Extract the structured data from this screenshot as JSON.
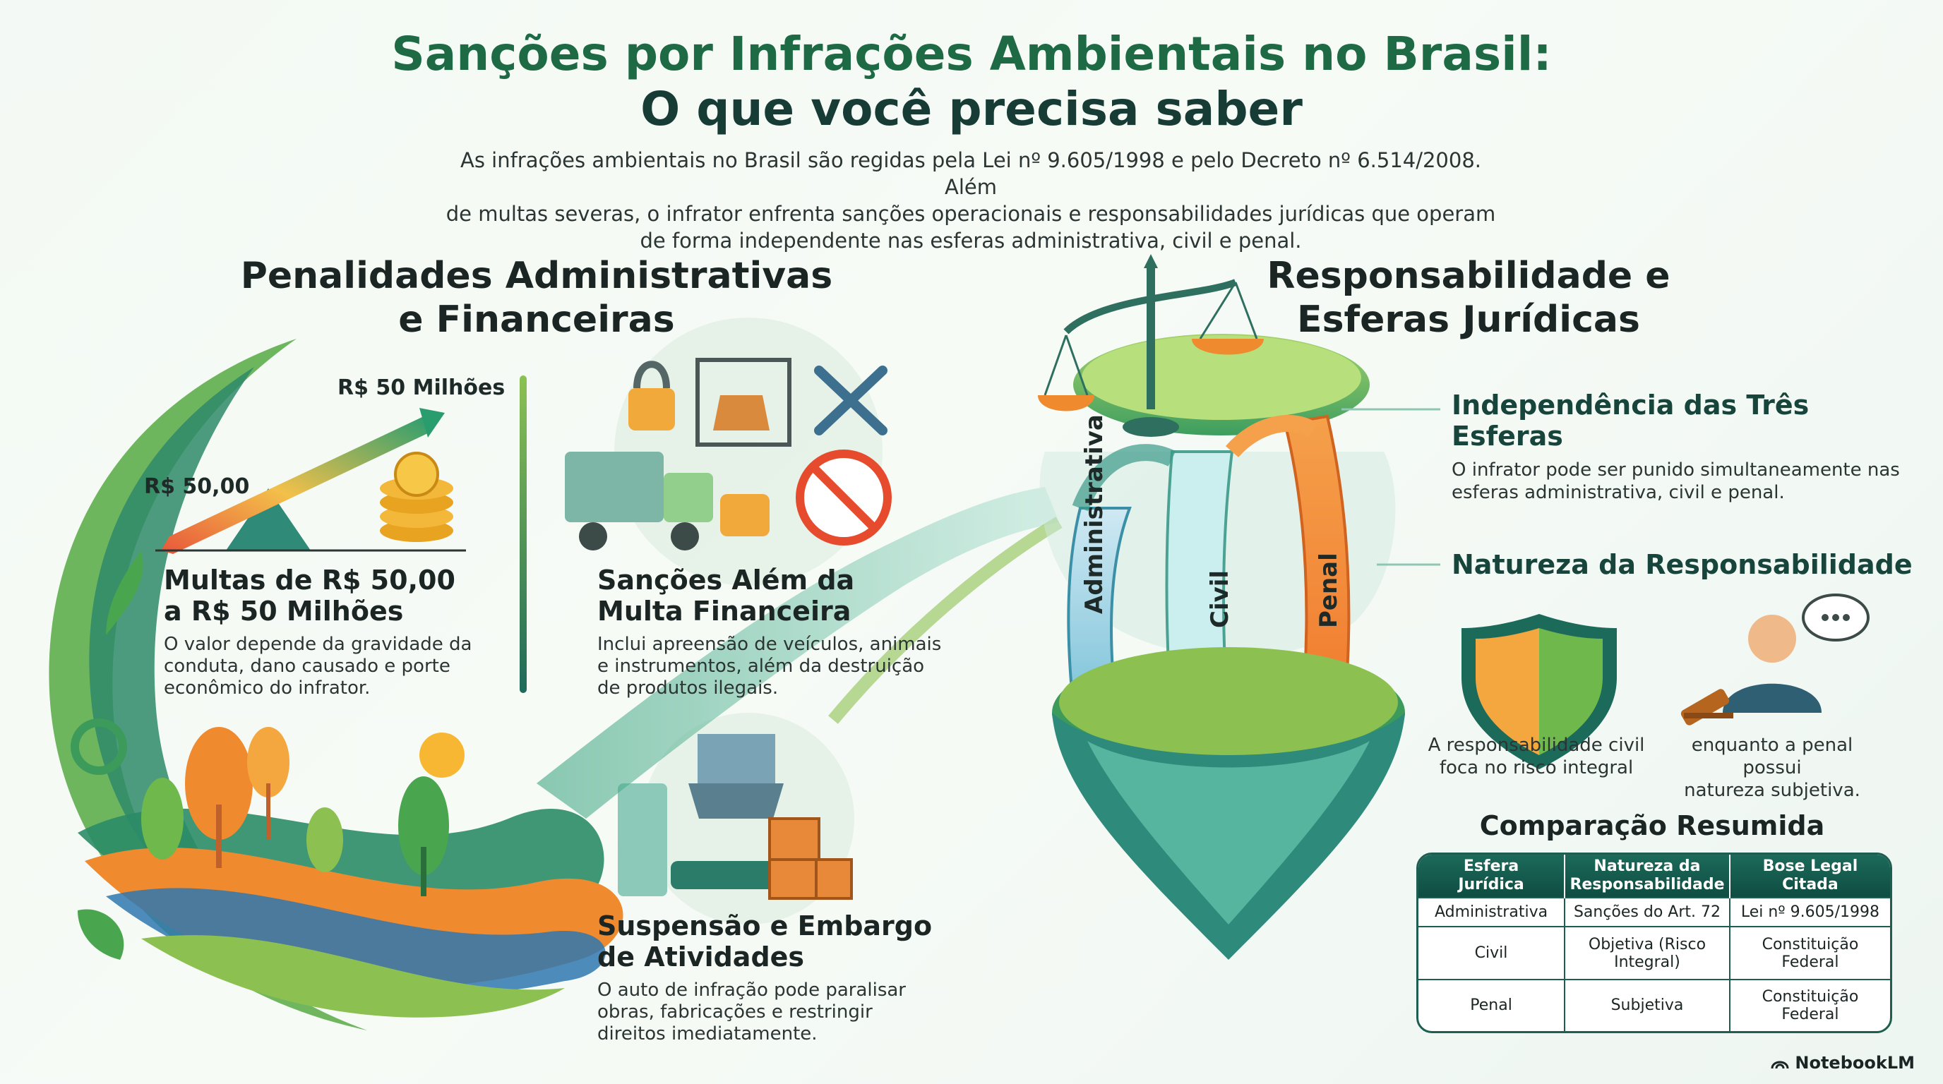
{
  "header": {
    "title_line1": "Sanções por Infrações Ambientais no Brasil:",
    "title_line2": "O que você precisa saber",
    "intro_line1": "As infrações ambientais no Brasil são regidas pela Lei nº 9.605/1998 e pelo Decreto nº 6.514/2008. Além",
    "intro_line2": "de multas severas, o infrator enfrenta sanções operacionais e responsabilidades jurídicas que operam",
    "intro_line3": "de forma independente nas esferas administrativa, civil e penal."
  },
  "left_section": {
    "title_line1": "Penalidades Administrativas",
    "title_line2": "e Financeiras",
    "scale_min": "R$ 50,00",
    "scale_max": "R$ 50 Milhões",
    "fines": {
      "heading_line1": "Multas de R$ 50,00",
      "heading_line2": "a R$ 50 Milhões",
      "text_line1": "O valor depende da gravidade da",
      "text_line2": "conduta, dano causado e porte",
      "text_line3": "econômico do infrator."
    },
    "beyond": {
      "heading_line1": "Sanções Além da",
      "heading_line2": "Multa Financeira",
      "text_line1": "Inclui apreensão de veículos, animais",
      "text_line2": "e instrumentos, além da destruição",
      "text_line3": "de produtos ilegais."
    },
    "suspension": {
      "heading_line1": "Suspensão e Embargo",
      "heading_line2": "de Atividades",
      "text_line1": "O auto de infração pode paralisar",
      "text_line2": "obras, fabricações e restringir",
      "text_line3": "direitos imediatamente."
    }
  },
  "right_section": {
    "title_line1": "Responsabilidade e",
    "title_line2": "Esferas Jurídicas",
    "spheres": [
      "Administrativa",
      "Civil",
      "Penal"
    ],
    "independence": {
      "heading_line1": "Independência das Três",
      "heading_line2": "Esferas",
      "text_line1": "O infrator pode ser punido simultaneamente nas",
      "text_line2": "esferas administrativa, civil e penal."
    },
    "nature": {
      "heading": "Natureza da Responsabilidade",
      "civil_line1": "A responsabilidade civil",
      "civil_line2": "foca no risco integral",
      "penal_line1": "enquanto a penal possui",
      "penal_line2": "natureza subjetiva."
    },
    "comparison": {
      "title": "Comparação Resumida",
      "headers": [
        [
          "Esfera",
          "Jurídica"
        ],
        [
          "Natureza da",
          "Responsabilidade"
        ],
        [
          "Bose Legal",
          "Citada"
        ]
      ],
      "rows": [
        [
          "Administrativa",
          "Sanções do Art. 72",
          "Lei nº 9.605/1998"
        ],
        [
          "Civil",
          "Objetiva (Risco Integral)",
          "Constituição Federal"
        ],
        [
          "Penal",
          "Subjetiva",
          "Constituição Federal"
        ]
      ]
    }
  },
  "brand": "NotebookLM",
  "colors": {
    "primary_green": "#1d6a45",
    "teal": "#1c6a5a",
    "orange": "#f08a2e",
    "light_green": "#8cc152"
  }
}
